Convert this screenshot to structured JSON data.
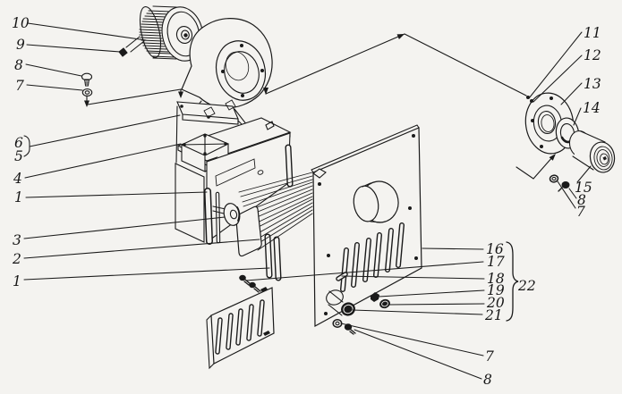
{
  "figure": {
    "background": "#f4f3f0",
    "ink": "#1a1a1a",
    "callouts": {
      "left": [
        "10",
        "9",
        "8",
        "7",
        "6",
        "5",
        "4",
        "1",
        "3",
        "2",
        "1"
      ],
      "right": [
        "11",
        "12",
        "13",
        "14",
        "15",
        "8",
        "7"
      ],
      "fastener_group": [
        "16",
        "17",
        "18",
        "19",
        "20",
        "21"
      ],
      "fastener_group_label": "22",
      "bottom": [
        "7",
        "8"
      ]
    }
  }
}
